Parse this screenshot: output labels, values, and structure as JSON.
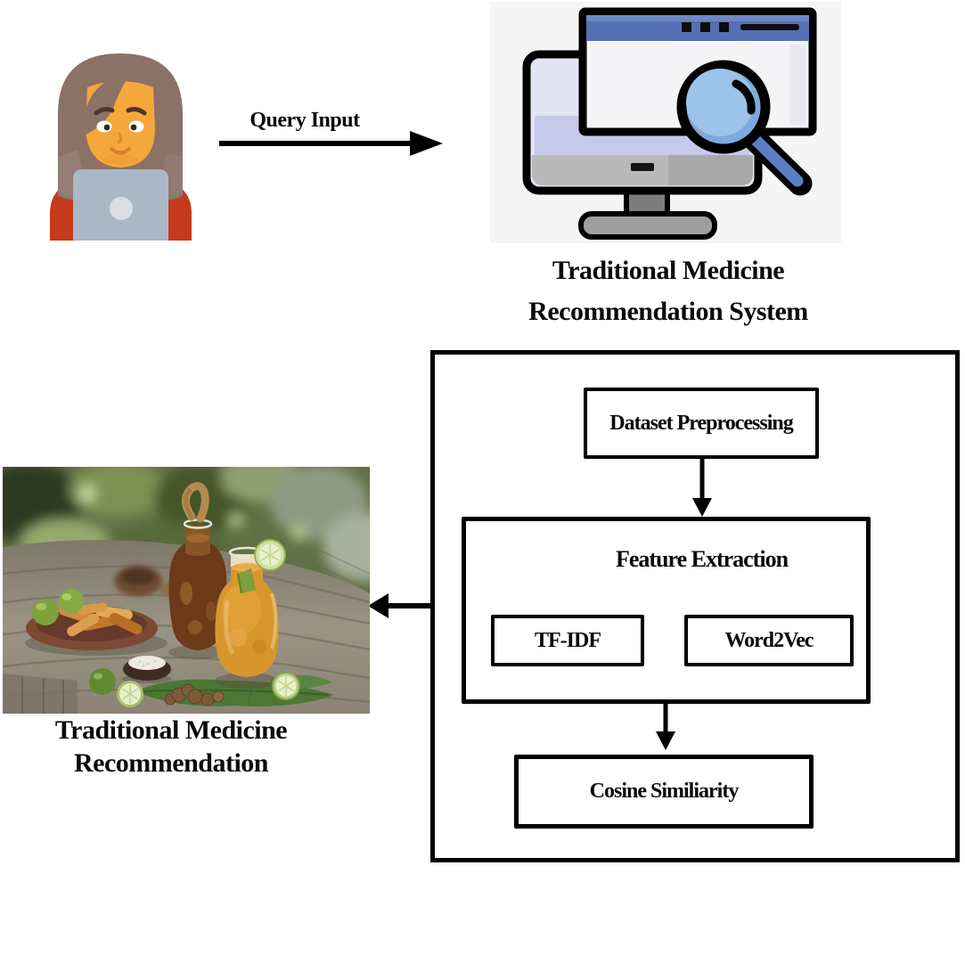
{
  "labels": {
    "query": "Query Input",
    "system1": "Traditional Medicine",
    "system2": "Recommendation System",
    "result1": "Traditional Medicine",
    "result2": "Recommendation"
  },
  "flow": {
    "dataset": "Dataset Preprocessing",
    "feature": "Feature Extraction",
    "tfidf": "TF-IDF",
    "word2vec": "Word2Vec",
    "cosine": "Cosine Similiarity"
  },
  "icons": {
    "user": "woman-at-laptop-icon",
    "system": "monitor-with-magnifier-icon",
    "result": "traditional-medicine-drinks-photo"
  },
  "colors": {
    "diagram_outline": "#000000",
    "icon_background_grey": "#f5f5f6",
    "browser_titlebar_blue": "#5571b5",
    "magnifier_lens_blue": "#9cc3ea",
    "magnifier_handle_blue": "#5b7fc6",
    "screen_lavender": "#c7c9ea",
    "shirt_red": "#c5391d",
    "skin_orange": "#f6a73c",
    "hair_brown": "#8b7166",
    "laptop_grey": "#aab8c6"
  }
}
